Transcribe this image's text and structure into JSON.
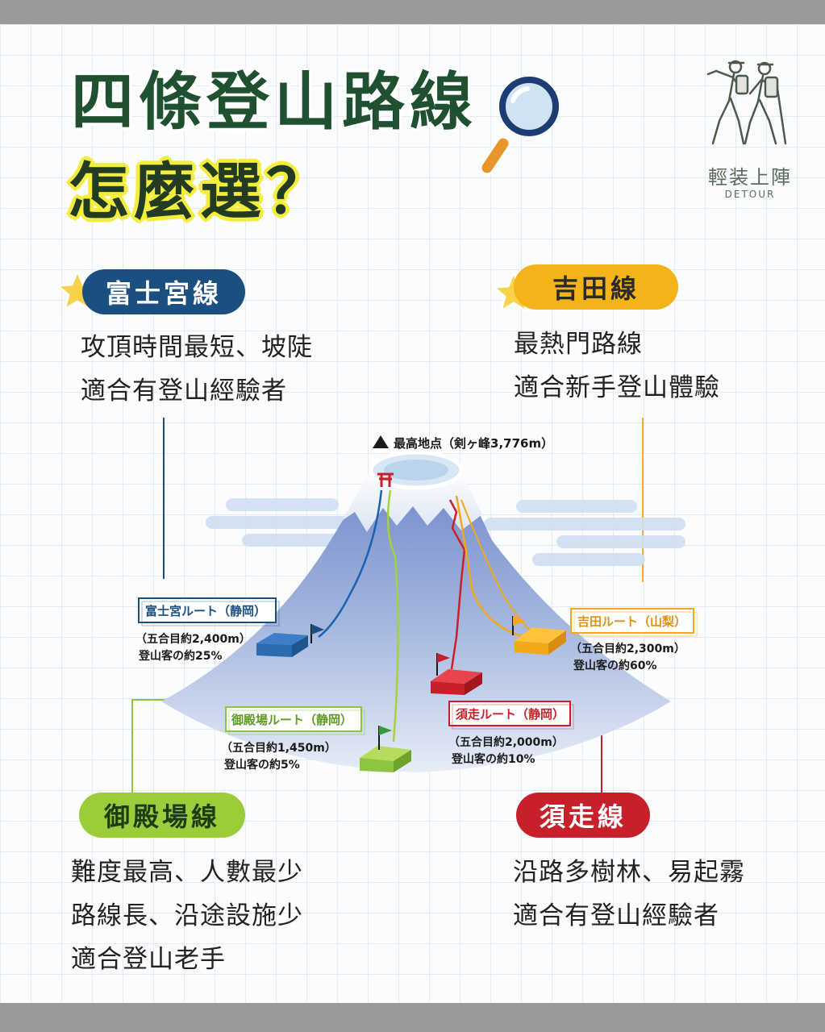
{
  "title": {
    "line1": "四條登山路線",
    "line2": "怎麼選？"
  },
  "logo": {
    "name": "輕装上陣",
    "sub": "DETOUR"
  },
  "summit": "最高地点（剣ヶ峰3,776m）",
  "routes": {
    "fujinomiya": {
      "pill": "富士宮線",
      "desc": [
        "攻頂時間最短、坡陡",
        "適合有登山經驗者"
      ],
      "label": "富士宮ルート（静岡）",
      "station": "（五合目約2,400m）",
      "share": "登山客の約25%"
    },
    "yoshida": {
      "pill": "吉田線",
      "desc": [
        "最熱門路線",
        "適合新手登山體驗"
      ],
      "label": "吉田ルート（山梨）",
      "station": "（五合目約2,300m）",
      "share": "登山客の約60%"
    },
    "gotemba": {
      "pill": "御殿場線",
      "desc": [
        "難度最高、人數最少",
        "路線長、沿途設施少",
        "適合登山老手"
      ],
      "label": "御殿場ルート（静岡）",
      "station": "（五合目約1,450m）",
      "share": "登山客の約5%"
    },
    "subashiri": {
      "pill": "須走線",
      "desc": [
        "沿路多樹林、易起霧",
        "適合有登山經驗者"
      ],
      "label": "須走ルート（静岡）",
      "station": "（五合目約2,000m）",
      "share": "登山客の約10%"
    }
  },
  "colors": {
    "fujinomiya": "#1a4f80",
    "yoshida": "#f2b418",
    "gotemba": "#8cc63f",
    "subashiri": "#c8202a",
    "title_green": "#1f5130",
    "highlight": "#f3ed3d"
  },
  "icons": {
    "magnifier": "magnifier-icon",
    "star": "star-icon",
    "summit": "triangle-icon",
    "logo": "hikers-logo-icon"
  }
}
